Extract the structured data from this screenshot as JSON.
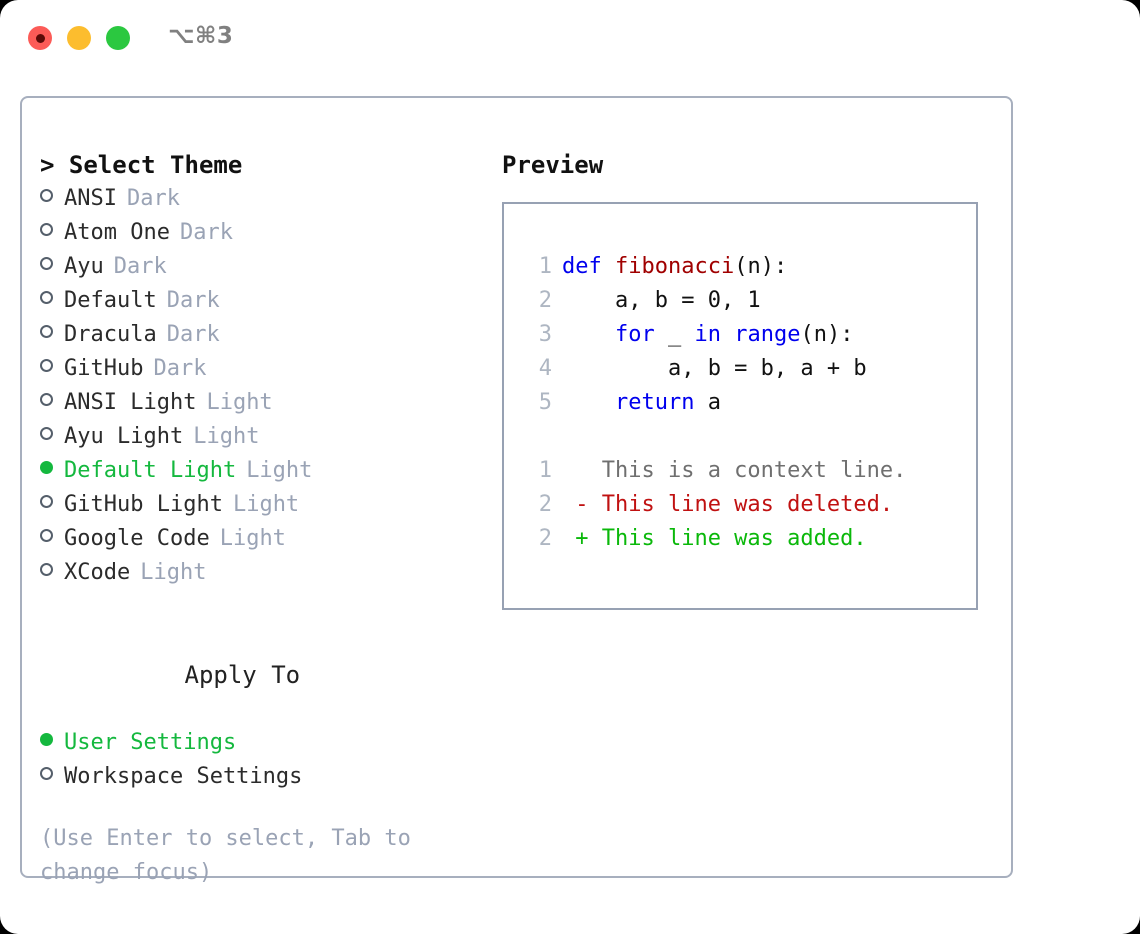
{
  "titlebar": {
    "shortcut": "⌥⌘3",
    "buttons": [
      {
        "name": "close",
        "color": "#fc5b57"
      },
      {
        "name": "minimize",
        "color": "#fcbd2e"
      },
      {
        "name": "maximize",
        "color": "#2bc840"
      }
    ]
  },
  "theme_picker": {
    "heading": "> Select Theme",
    "options": [
      {
        "name": "ANSI",
        "tag": "Dark",
        "selected": false
      },
      {
        "name": "Atom One",
        "tag": "Dark",
        "selected": false
      },
      {
        "name": "Ayu",
        "tag": "Dark",
        "selected": false
      },
      {
        "name": "Default",
        "tag": "Dark",
        "selected": false
      },
      {
        "name": "Dracula",
        "tag": "Dark",
        "selected": false
      },
      {
        "name": "GitHub",
        "tag": "Dark",
        "selected": false
      },
      {
        "name": "ANSI Light",
        "tag": "Light",
        "selected": false
      },
      {
        "name": "Ayu Light",
        "tag": "Light",
        "selected": false
      },
      {
        "name": "Default Light",
        "tag": "Light",
        "selected": true
      },
      {
        "name": "GitHub Light",
        "tag": "Light",
        "selected": false
      },
      {
        "name": "Google Code",
        "tag": "Light",
        "selected": false
      },
      {
        "name": "XCode",
        "tag": "Light",
        "selected": false
      }
    ]
  },
  "apply_to": {
    "heading": "Apply To",
    "options": [
      {
        "name": "User Settings",
        "selected": true
      },
      {
        "name": "Workspace Settings",
        "selected": false
      }
    ]
  },
  "hint": "(Use Enter to select, Tab to change focus)",
  "preview": {
    "title": "Preview",
    "code_lines": [
      {
        "no": "1",
        "tokens": [
          {
            "t": "def ",
            "c": "kw"
          },
          {
            "t": "fibonacci",
            "c": "fn"
          },
          {
            "t": "(n):",
            "c": "pun"
          }
        ]
      },
      {
        "no": "2",
        "tokens": [
          {
            "t": "    a, b = 0, 1",
            "c": "plain"
          }
        ]
      },
      {
        "no": "3",
        "tokens": [
          {
            "t": "    for",
            "c": "kw"
          },
          {
            "t": " _ ",
            "c": "plain"
          },
          {
            "t": "in ",
            "c": "kw"
          },
          {
            "t": "range",
            "c": "kw"
          },
          {
            "t": "(n):",
            "c": "pun"
          }
        ]
      },
      {
        "no": "4",
        "tokens": [
          {
            "t": "        a, b = b, a + b",
            "c": "plain"
          }
        ]
      },
      {
        "no": "5",
        "tokens": [
          {
            "t": "    return",
            "c": "kw"
          },
          {
            "t": " a",
            "c": "plain"
          }
        ]
      }
    ],
    "diff_lines": [
      {
        "no": "1",
        "marker": " ",
        "text": " This is a context line.",
        "kind": "ctx"
      },
      {
        "no": "2",
        "marker": "-",
        "text": " This line was deleted.",
        "kind": "del"
      },
      {
        "no": "2",
        "marker": "+",
        "text": " This line was added.",
        "kind": "add"
      }
    ]
  },
  "colors": {
    "accent_green": "#14b83e",
    "muted_tag": "#9aa3b5",
    "border": "#a7afbe",
    "preview_border": "#97a1b3",
    "keyword_blue": "#0000ee",
    "function_red": "#a00000",
    "diff_delete": "#c01111",
    "diff_add": "#0ab80a",
    "line_number": "#aeb6c2"
  }
}
